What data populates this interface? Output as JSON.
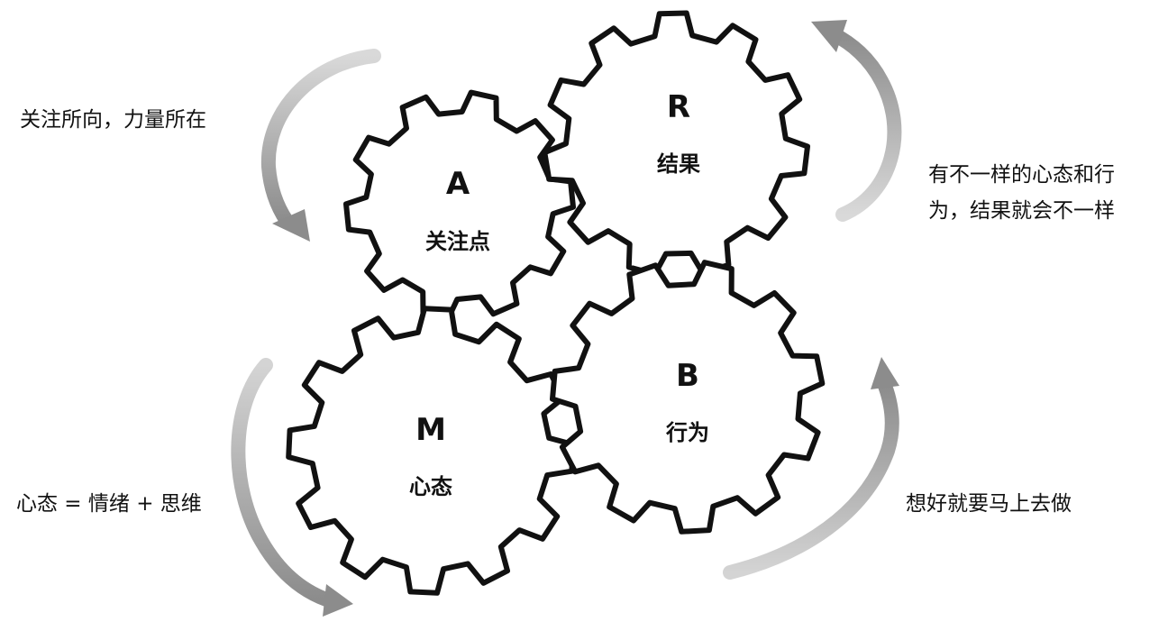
{
  "gears": [
    {
      "id": "a",
      "letter": "A",
      "label": "关注点"
    },
    {
      "id": "r",
      "letter": "R",
      "label": "结果"
    },
    {
      "id": "m",
      "letter": "M",
      "label": "心态"
    },
    {
      "id": "b",
      "letter": "B",
      "label": "行为"
    }
  ],
  "notes": {
    "attention": "关注所向，力量所在",
    "result_line1": "有不一样的心态和行",
    "result_line2": "为，结果就会不一样",
    "mindset": "心态 = 情绪 + 思维",
    "behavior": "想好就要马上去做"
  },
  "colors": {
    "gear_stroke": "#111111",
    "gear_fill": "#ffffff",
    "arrow_light": "#cfcfcf",
    "arrow_dark": "#8a8a8a",
    "text": "#111111"
  },
  "icons": [
    "gear-icon",
    "curved-arrow-icon"
  ]
}
